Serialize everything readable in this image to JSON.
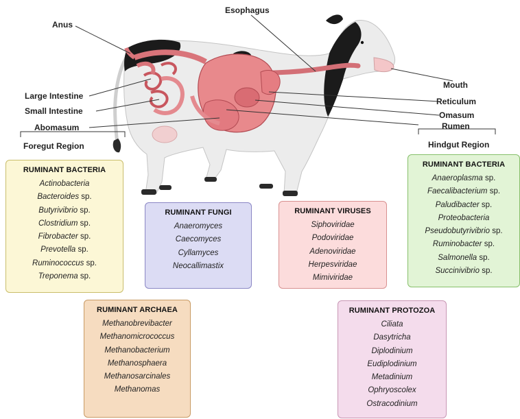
{
  "labels": {
    "anus": "Anus",
    "esophagus": "Esophagus",
    "large_intestine": "Large Intestine",
    "small_intestine": "Small Intestine",
    "abomasum": "Abomasum",
    "foregut_region": "Foregut Region",
    "mouth": "Mouth",
    "reticulum": "Reticulum",
    "omasum": "Omasum",
    "rumen": "Rumen",
    "hindgut_region": "Hindgut Region"
  },
  "boxes": {
    "bacteria_left": {
      "title": "RUMINANT BACTERIA",
      "items": [
        {
          "name": "Actinobacteria",
          "suffix": ""
        },
        {
          "name": "Bacteroides",
          "suffix": " sp."
        },
        {
          "name": "Butyrivibrio",
          "suffix": " sp."
        },
        {
          "name": "Clostridium",
          "suffix": " sp."
        },
        {
          "name": "Fibrobacter",
          "suffix": " sp."
        },
        {
          "name": "Prevotella",
          "suffix": " sp."
        },
        {
          "name": "Ruminococcus",
          "suffix": " sp."
        },
        {
          "name": "Treponema",
          "suffix": " sp."
        }
      ]
    },
    "fungi": {
      "title": "RUMINANT FUNGI",
      "items": [
        {
          "name": "Anaeromyces",
          "suffix": ""
        },
        {
          "name": "Caecomyces",
          "suffix": ""
        },
        {
          "name": "Cyllamyces",
          "suffix": ""
        },
        {
          "name": "Neocallimastix",
          "suffix": ""
        }
      ]
    },
    "viruses": {
      "title": "RUMINANT VIRUSES",
      "items": [
        {
          "name": "Siphoviridae",
          "suffix": ""
        },
        {
          "name": "Podoviridae",
          "suffix": ""
        },
        {
          "name": "Adenoviridae",
          "suffix": ""
        },
        {
          "name": "Herpesviridae",
          "suffix": ""
        },
        {
          "name": "Mimiviridae",
          "suffix": ""
        }
      ]
    },
    "bacteria_right": {
      "title": "RUMINANT BACTERIA",
      "items": [
        {
          "name": "Anaeroplasma",
          "suffix": " sp."
        },
        {
          "name": "Faecalibacterium",
          "suffix": " sp."
        },
        {
          "name": "Paludibacter",
          "suffix": " sp."
        },
        {
          "name": "Proteobacteria",
          "suffix": ""
        },
        {
          "name": "Pseudobutyrivibrio",
          "suffix": " sp."
        },
        {
          "name": "Ruminobacter",
          "suffix": " sp."
        },
        {
          "name": "Salmonella",
          "suffix": " sp."
        },
        {
          "name": "Succinivibrio",
          "suffix": " sp."
        }
      ]
    },
    "archaea": {
      "title": "RUMINANT ARCHAEA",
      "items": [
        {
          "name": "Methanobrevibacter",
          "suffix": ""
        },
        {
          "name": "Methanomicrococcus",
          "suffix": ""
        },
        {
          "name": "Methanobacterium",
          "suffix": ""
        },
        {
          "name": "Methanosphaera",
          "suffix": ""
        },
        {
          "name": "Methanosarcinales",
          "suffix": ""
        },
        {
          "name": "Methanomas",
          "suffix": ""
        }
      ]
    },
    "protozoa": {
      "title": "RUMINANT PROTOZOA",
      "items": [
        {
          "name": "Ciliata",
          "suffix": ""
        },
        {
          "name": "Dasytricha",
          "suffix": ""
        },
        {
          "name": "Diplodinium",
          "suffix": ""
        },
        {
          "name": "Eudiplodinium",
          "suffix": ""
        },
        {
          "name": "Metadinium",
          "suffix": ""
        },
        {
          "name": "Ophryoscolex",
          "suffix": ""
        },
        {
          "name": "Ostracodinium",
          "suffix": ""
        }
      ]
    }
  },
  "colors": {
    "organ_fill": "#e8898c",
    "organ_stroke": "#b24a52",
    "cow_body": "#ececec",
    "cow_spots": "#1b1b1b"
  }
}
